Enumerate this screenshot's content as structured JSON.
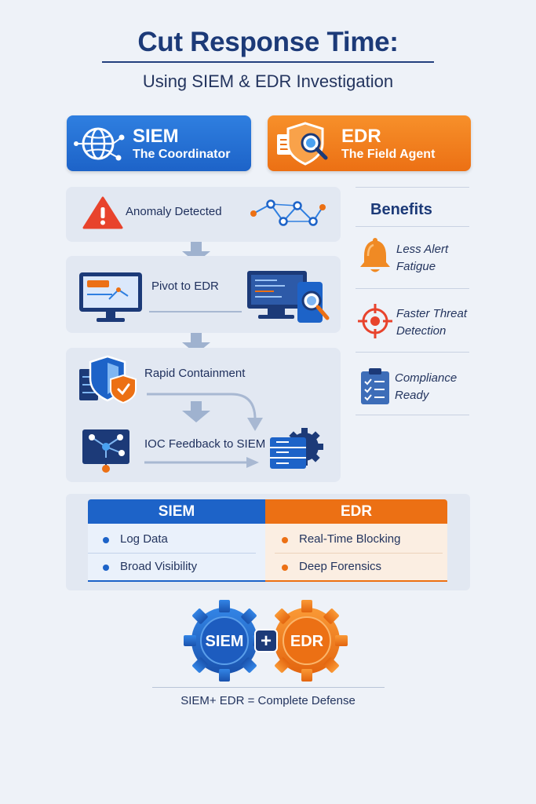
{
  "title": "Cut Response Time:",
  "subtitle": "Using SIEM & EDR Investigation",
  "siem_card": {
    "name": "SIEM",
    "role": "The Coordinator"
  },
  "edr_card": {
    "name": "EDR",
    "role": "The Field Agent"
  },
  "flow": {
    "steps": [
      "Anomaly Detected",
      "Pivot to EDR",
      "Rapid Containment",
      "IOC Feedback to SIEM"
    ]
  },
  "benefits": {
    "heading": "Benefits",
    "items": [
      {
        "line1": "Less Alert",
        "line2": "Fatigue",
        "icon": "bell-icon"
      },
      {
        "line1": "Faster Threat",
        "line2": "Detection",
        "icon": "target-icon"
      },
      {
        "line1": "Compliance",
        "line2": "Ready",
        "icon": "checklist-icon"
      }
    ]
  },
  "comparison": {
    "siem": {
      "heading": "SIEM",
      "items": [
        "Log Data",
        "Broad Visibility"
      ]
    },
    "edr": {
      "heading": "EDR",
      "items": [
        "Real-Time Blocking",
        "Deep Forensics"
      ]
    }
  },
  "gears": {
    "left": "SIEM",
    "plus": "+",
    "right": "EDR"
  },
  "footer": "SIEM+ EDR = Complete Defense",
  "colors": {
    "siem_blue": "#1d63c8",
    "edr_orange": "#ec7014",
    "title_navy": "#1c3a78"
  }
}
